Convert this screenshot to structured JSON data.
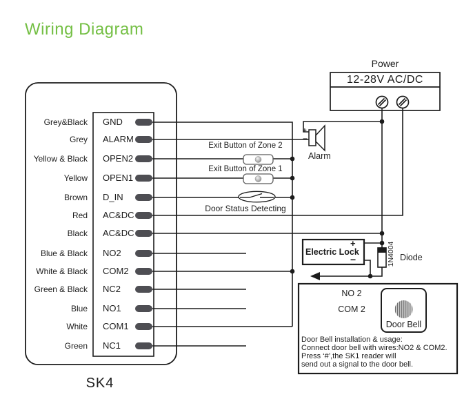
{
  "title": "Wiring Diagram",
  "colors": {
    "accent_green": "#74bf44",
    "line_black": "#1c1c1c",
    "terminal_pill_grey": "#4e4e53"
  },
  "power": {
    "label": "Power",
    "rating": "12-28V AC/DC"
  },
  "device": {
    "model": "SK4",
    "terminals": [
      {
        "wire": "Grey&Black",
        "name": "GND"
      },
      {
        "wire": "Grey",
        "name": "ALARM"
      },
      {
        "wire": "Yellow & Black",
        "name": "OPEN2"
      },
      {
        "wire": "Yellow",
        "name": "OPEN1"
      },
      {
        "wire": "Brown",
        "name": "D_IN"
      },
      {
        "wire": "Red",
        "name": "AC&DC"
      },
      {
        "wire": "Black",
        "name": "AC&DC"
      },
      {
        "wire": "Blue & Black",
        "name": "NO2"
      },
      {
        "wire": "White & Black",
        "name": "COM2"
      },
      {
        "wire": "Green & Black",
        "name": "NC2"
      },
      {
        "wire": "Blue",
        "name": "NO1"
      },
      {
        "wire": "White",
        "name": "COM1"
      },
      {
        "wire": "Green",
        "name": "NC1"
      }
    ]
  },
  "alarm": {
    "label": "Alarm",
    "plus": "+",
    "minus": "−"
  },
  "inputs": {
    "exit_button_zone2": "Exit Button of Zone 2",
    "exit_button_zone1": "Exit Button of Zone 1",
    "door_status": "Door Status Detecting"
  },
  "lock": {
    "label": "Electric Lock",
    "plus": "+",
    "minus": "−",
    "diode_part": "1N4004",
    "diode_label": "Diode"
  },
  "doorbell": {
    "no2": "NO 2",
    "com2": "COM 2",
    "label": "Door Bell",
    "usage": [
      "Door Bell installation & usage:",
      "Connect door bell with wires:NO2 & COM2.",
      "Press ‘#’,the SK1 reader will",
      "send out a signal to the door bell."
    ]
  }
}
